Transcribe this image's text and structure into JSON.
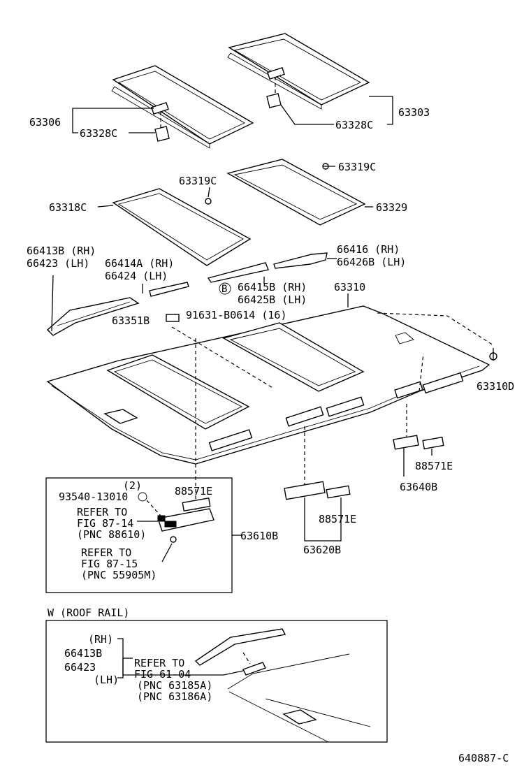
{
  "labels": {
    "p63306": "63306",
    "p63328c_left": "63328C",
    "p63328c_right": "63328C",
    "p63303": "63303",
    "p63319c_left": "63319C",
    "p63319c_right": "63319C",
    "p63318c": "63318C",
    "p63329": "63329",
    "p66413b_rh": "66413B (RH)",
    "p66423_lh": "66423  (LH)",
    "p66414a_rh": "66414A (RH)",
    "p66424_lh": "66424   (LH)",
    "p66416_rh": "66416  (RH)",
    "p66426b_lh": "66426B (LH)",
    "p66415b_rh": "66415B (RH)",
    "p66425b_lh": "66425B (LH)",
    "circle_b": "B",
    "p63310": "63310",
    "p91631": "91631-B0614 (16)",
    "p63351b": "63351B",
    "p63310d": "63310D",
    "p88571e_right": "88571E",
    "p63640b": "63640B",
    "p88571e_mid": "88571E",
    "p63620b": "63620B",
    "inset_qty": "(2)",
    "p93540": "93540-13010",
    "p88571e_inset": "88571E",
    "refer_1_line1": "REFER TO",
    "refer_1_line2": "FIG 87-14",
    "refer_1_line3": "(PNC 88610)",
    "refer_2_line1": "REFER TO",
    "refer_2_line2": "FIG 87-15",
    "refer_2_line3": "(PNC 55905M)",
    "p63610b": "63610B",
    "roof_rail_title": "W (ROOF RAIL)",
    "rail_rh": "(RH)",
    "rail_66413b": "66413B",
    "rail_66423": "66423",
    "rail_lh": "(LH)",
    "refer_3_line1": "REFER TO",
    "refer_3_line2": "FIG 61-04",
    "refer_3_line3": "(PNC 63185A)",
    "refer_3_line4": "(PNC 63186A)",
    "figure_code": "640887-C"
  }
}
